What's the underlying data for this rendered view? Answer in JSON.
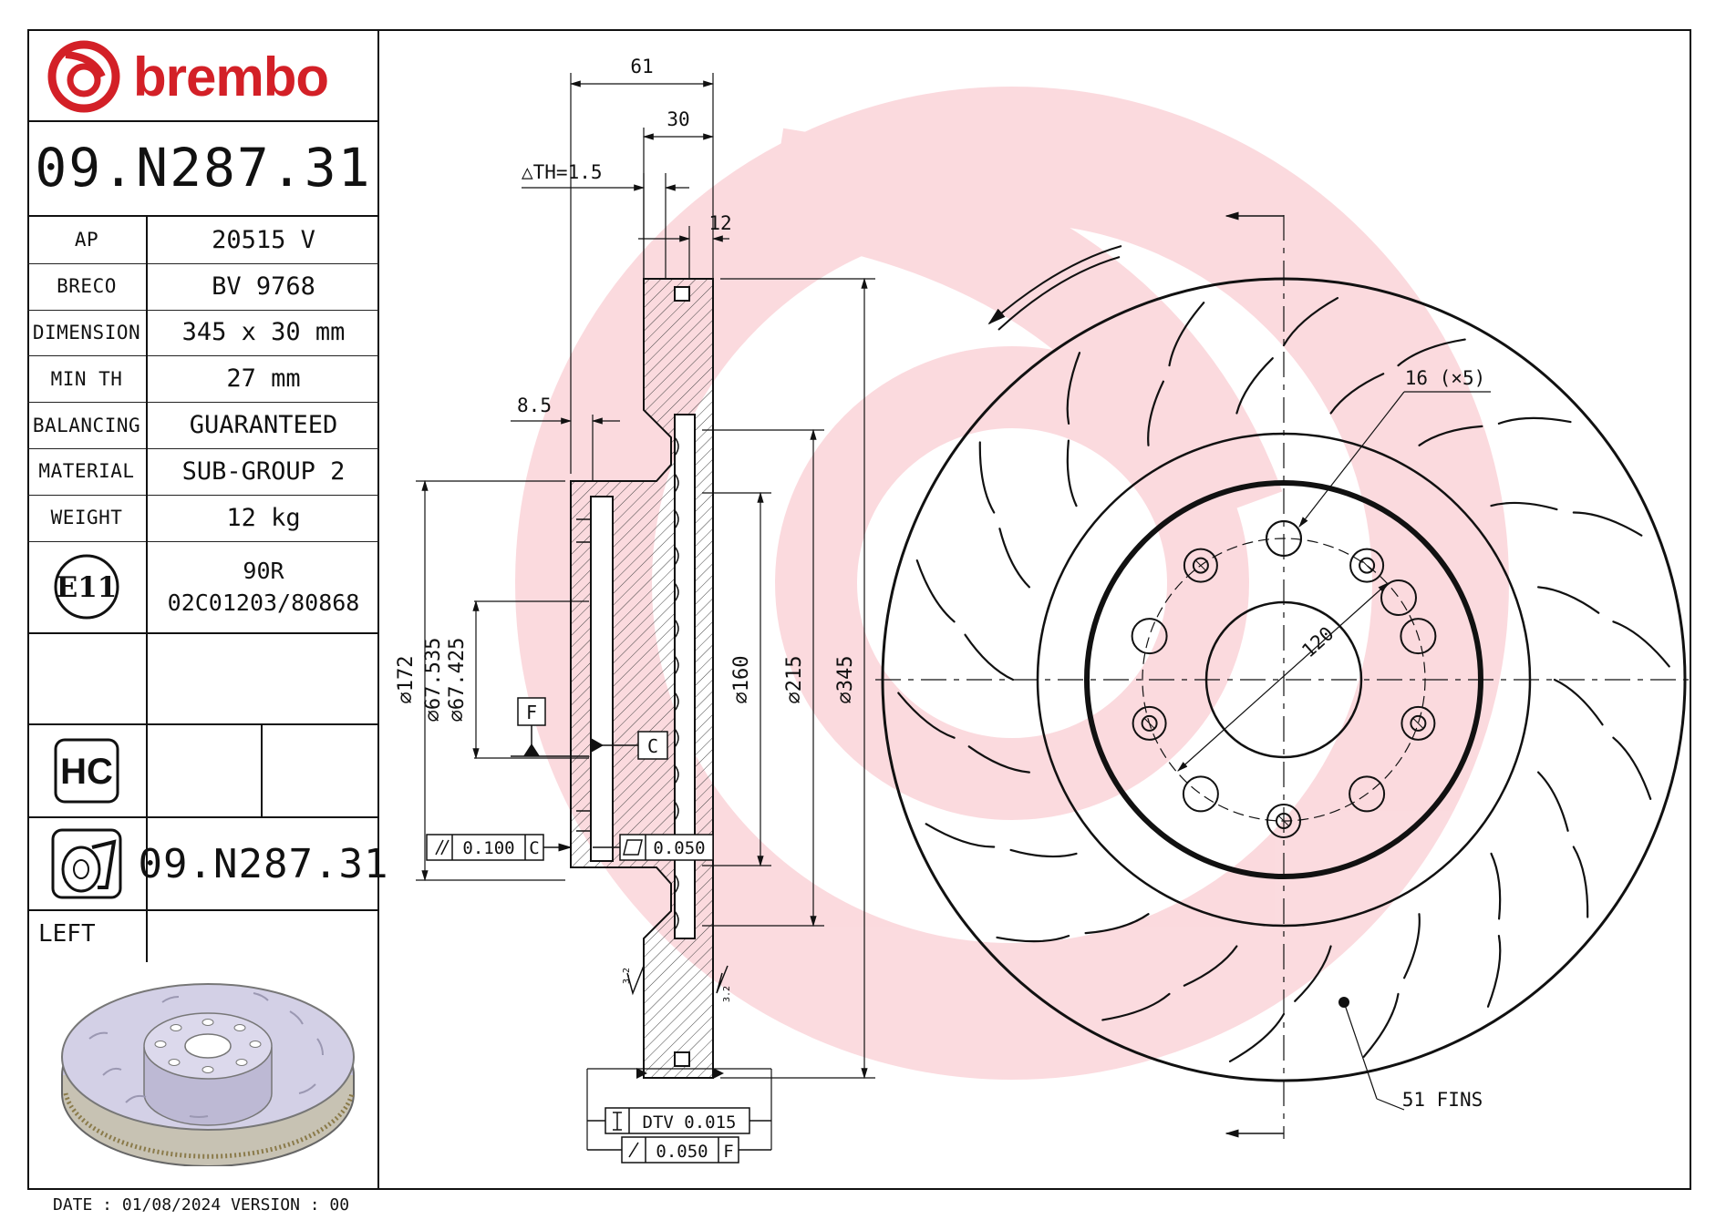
{
  "brand": {
    "name": "brembo",
    "color": "#d32027"
  },
  "part_number": "09.N287.31",
  "specs": [
    {
      "label": "AP",
      "value": "20515 V"
    },
    {
      "label": "BRECO",
      "value": "BV 9768"
    },
    {
      "label": "DIMENSION",
      "value": "345 x 30 mm"
    },
    {
      "label": "MIN TH",
      "value": "27 mm"
    },
    {
      "label": "BALANCING",
      "value": "GUARANTEED"
    },
    {
      "label": "MATERIAL",
      "value": "SUB-GROUP 2"
    },
    {
      "label": "WEIGHT",
      "value": "12 kg"
    }
  ],
  "homologation": {
    "badge": "E11",
    "line1": "90R",
    "line2": "02C01203/80868"
  },
  "hc_badge": "HC",
  "bottom_part_number": "09.N287.31",
  "side": "LEFT",
  "footer": "DATE : 01/08/2024 VERSION : 00",
  "section_dims": {
    "overall_width": "61",
    "thickness": "30",
    "delta_th": "△TH=1.5",
    "friction_ring": "12",
    "hat_offset": "8.5",
    "d172": "⌀172",
    "d67_535": "⌀67.535",
    "d67_425": "⌀67.425",
    "d160": "⌀160",
    "d215": "⌀215",
    "d345": "⌀345",
    "datum_f": "F",
    "datum_c": "C",
    "parallelism": "0.100",
    "parallelism_ref": "C",
    "flatness": "0.050",
    "dtv": "DTV 0.015",
    "runout": "0.050",
    "runout_ref": "F",
    "roughness_left": "3.2",
    "roughness_right": "3.2"
  },
  "front_dims": {
    "holes": "16 (×5)",
    "pcd": "120",
    "fins": "51 FINS"
  }
}
